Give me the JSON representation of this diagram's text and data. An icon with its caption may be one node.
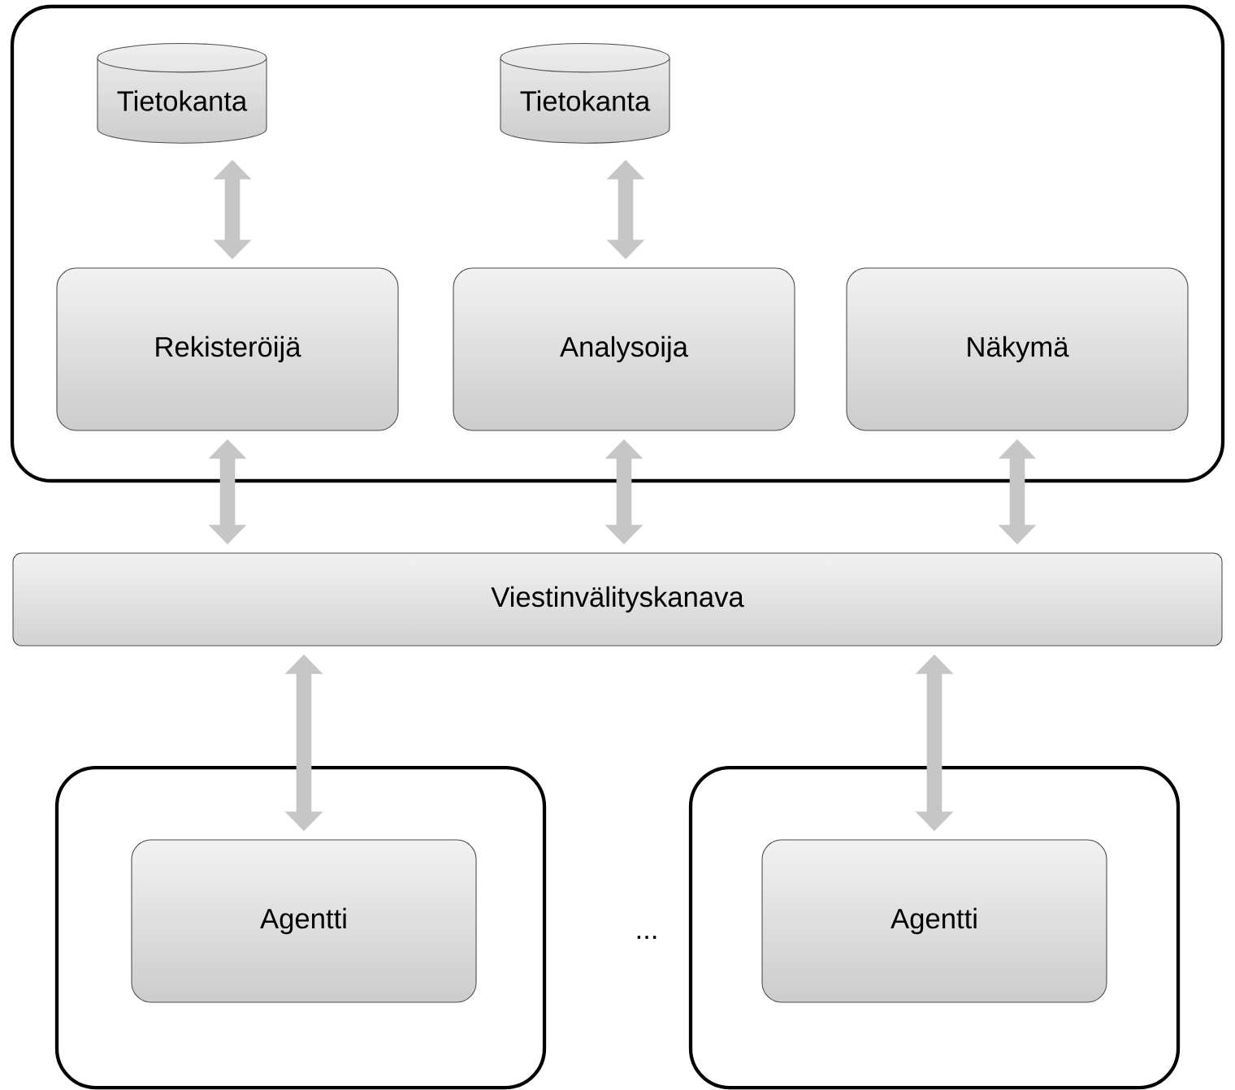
{
  "diagram": {
    "nodes": [
      {
        "text": [],
        "shape": "box"
      },
      {
        "text": [
          "Tietokanta"
        ],
        "in": 0
      },
      {
        "text": [
          "Tietokanta"
        ],
        "in": 0
      },
      {
        "text": [
          "Rekisteröijä"
        ],
        "in": 0
      },
      {
        "text": [
          "Analysoija"
        ],
        "in": 0
      },
      {
        "text": [
          "Näkymä"
        ],
        "in": 0
      },
      {
        "text": [
          "Viestinvälityskanava"
        ]
      },
      {
        "text": [],
        "shape": "box"
      },
      {
        "text": [
          "Agentti"
        ],
        "in": 7
      },
      {
        "text": [],
        "shape": "box"
      },
      {
        "text": [
          "Agentti"
        ],
        "in": 9
      }
    ],
    "edges": [
      {
        "from": 1,
        "to": 3,
        "arrow": "both"
      },
      {
        "from": 2,
        "to": 4,
        "arrow": "both"
      },
      {
        "from": 3,
        "to": 6,
        "arrow": "both"
      },
      {
        "from": 4,
        "to": 6,
        "arrow": "both"
      },
      {
        "from": 5,
        "to": 6,
        "arrow": "both"
      },
      {
        "from": 6,
        "to": 8,
        "arrow": "both"
      },
      {
        "from": 6,
        "to": 10,
        "arrow": "both"
      }
    ],
    "labels": [
      "..."
    ]
  }
}
